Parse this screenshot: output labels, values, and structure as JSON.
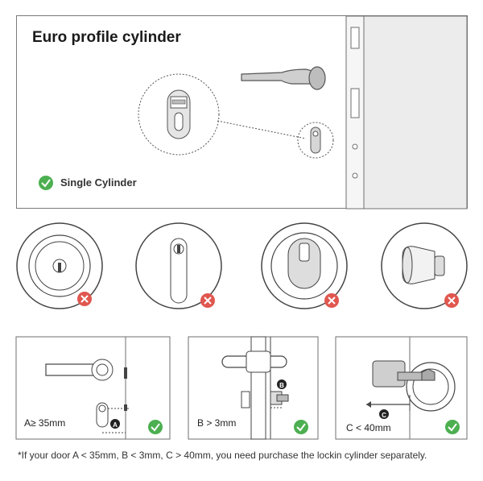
{
  "header": {
    "title": "Euro profile cylinder",
    "single_label": "Single Cylinder"
  },
  "bottom_panels": [
    {
      "label": "A≥ 35mm",
      "marker": "A"
    },
    {
      "label": "B > 3mm",
      "marker": "B"
    },
    {
      "label": "C < 40mm",
      "marker": "C"
    }
  ],
  "footnote": "*If your door A < 35mm, B < 3mm, C > 40mm, you need purchase the lockin cylinder separately.",
  "colors": {
    "ok_green": "#4caf50",
    "no_red": "#e0574f",
    "metal": "#c9c9c9",
    "line": "#6f6f6f"
  },
  "icons": {
    "ok": "check-icon",
    "no": "cross-icon"
  }
}
